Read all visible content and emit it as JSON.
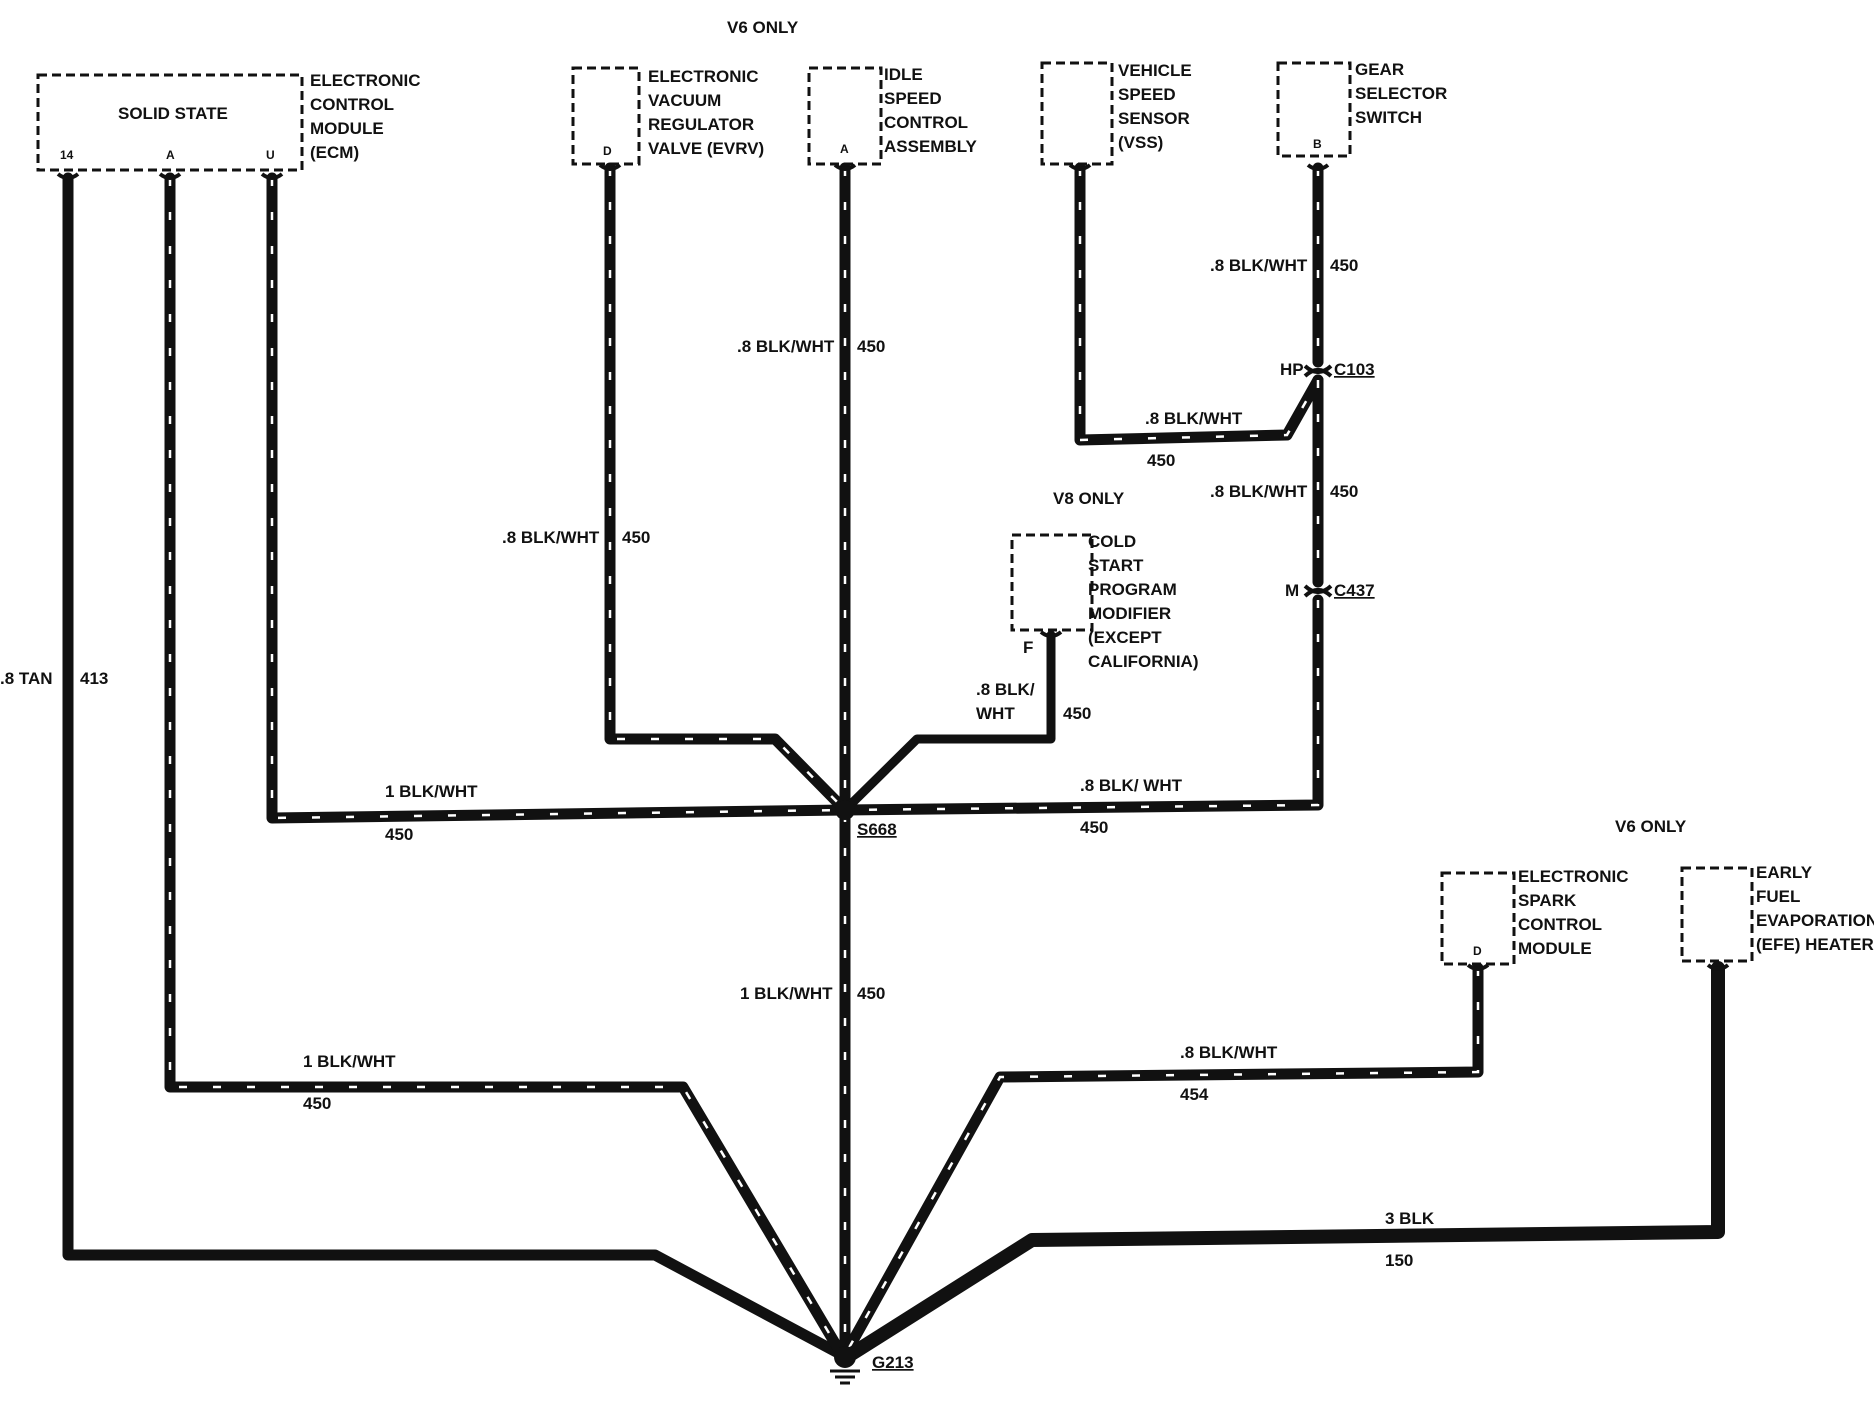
{
  "headers": {
    "v6_top": "V6 ONLY",
    "v8_mid": "V8 ONLY",
    "v6_right": "V6 ONLY"
  },
  "components": {
    "ecm": {
      "inner": "SOLID STATE",
      "lines": [
        "ELECTRONIC",
        "CONTROL",
        "MODULE",
        "(ECM)"
      ],
      "pins": [
        "14",
        "A",
        "U"
      ]
    },
    "evrv": {
      "lines": [
        "ELECTRONIC",
        "VACUUM",
        "REGULATOR",
        "VALVE (EVRV)"
      ],
      "pin": "D"
    },
    "isc": {
      "lines": [
        "IDLE",
        "SPEED",
        "CONTROL",
        "ASSEMBLY"
      ],
      "pin": "A"
    },
    "vss": {
      "lines": [
        "VEHICLE",
        "SPEED",
        "SENSOR",
        "(VSS)"
      ]
    },
    "gear": {
      "lines": [
        "GEAR",
        "SELECTOR",
        "SWITCH"
      ],
      "pin": "B"
    },
    "cspm": {
      "lines": [
        "COLD",
        "START",
        "PROGRAM",
        "MODIFIER",
        "(EXCEPT",
        "CALIFORNIA)"
      ],
      "pin": "F"
    },
    "esc": {
      "lines": [
        "ELECTRONIC",
        "SPARK",
        "CONTROL",
        "MODULE"
      ],
      "pin": "D"
    },
    "efe": {
      "lines": [
        "EARLY",
        "FUEL",
        "EVAPORATION",
        "(EFE) HEATER"
      ]
    }
  },
  "connectors": {
    "c103": {
      "name": "C103",
      "pin": "HP"
    },
    "c437": {
      "name": "C437",
      "pin": "M"
    }
  },
  "splice": "S668",
  "ground": "G213",
  "wires": {
    "ecm14": {
      "size": ".8 TAN",
      "circuit": "413"
    },
    "ecmA": {
      "size": "1 BLK/WHT",
      "circuit": "450"
    },
    "ecmU": {
      "size": "1 BLK/WHT",
      "circuit": "450"
    },
    "evrv": {
      "size": ".8 BLK/WHT",
      "circuit": "450"
    },
    "isc": {
      "size": ".8 BLK/WHT",
      "circuit": "450"
    },
    "vss": {
      "size": ".8 BLK/WHT",
      "circuit": "450"
    },
    "gear_upper": {
      "size": ".8 BLK/WHT",
      "circuit": "450"
    },
    "gear_mid": {
      "size": ".8 BLK/WHT",
      "circuit": "450"
    },
    "cspm_size1": ".8 BLK/",
    "cspm_size2": "WHT",
    "cspm_circuit": "450",
    "right_trunk": {
      "size": ".8 BLK/ WHT",
      "circuit": "450"
    },
    "splice_ground": {
      "size": "1 BLK/WHT",
      "circuit": "450"
    },
    "esc": {
      "size": ".8 BLK/WHT",
      "circuit": "454"
    },
    "efe": {
      "size": "3 BLK",
      "circuit": "150"
    }
  }
}
